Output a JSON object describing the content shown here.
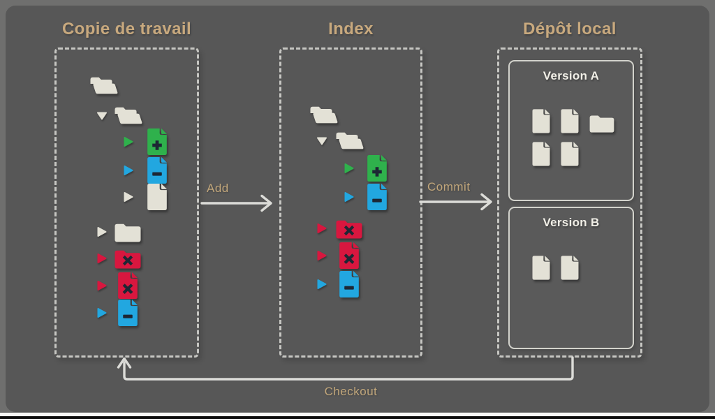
{
  "diagram": {
    "columns": [
      {
        "id": "working-copy",
        "title": "Copie de travail",
        "items": [
          {
            "type": "folder-open",
            "indent": 0,
            "marker": null
          },
          {
            "type": "folder-open",
            "indent": 1,
            "marker": "down-cream"
          },
          {
            "type": "file-plus",
            "indent": 2,
            "marker": "right-green"
          },
          {
            "type": "file-minus",
            "indent": 2,
            "marker": "right-blue"
          },
          {
            "type": "file-plain",
            "indent": 2,
            "marker": "right-cream"
          },
          {
            "type": "folder-closed",
            "indent": 1,
            "marker": "right-cream"
          },
          {
            "type": "folder-x",
            "indent": 1,
            "marker": "right-red"
          },
          {
            "type": "file-x",
            "indent": 1,
            "marker": "right-red"
          },
          {
            "type": "file-minus",
            "indent": 1,
            "marker": "right-blue"
          }
        ]
      },
      {
        "id": "index",
        "title": "Index",
        "items": [
          {
            "type": "folder-open",
            "indent": 0,
            "marker": null
          },
          {
            "type": "folder-open",
            "indent": 1,
            "marker": "down-cream"
          },
          {
            "type": "file-plus",
            "indent": 2,
            "marker": "right-green"
          },
          {
            "type": "file-minus",
            "indent": 2,
            "marker": "right-blue"
          },
          {
            "type": "folder-x",
            "indent": 1,
            "marker": "right-red"
          },
          {
            "type": "file-x",
            "indent": 1,
            "marker": "right-red"
          },
          {
            "type": "file-minus",
            "indent": 1,
            "marker": "right-blue"
          }
        ]
      },
      {
        "id": "local-repository",
        "title": "Dépôt local",
        "versions": [
          {
            "label": "Version A",
            "icon_rows": [
              [
                "file",
                "file",
                "folder"
              ],
              [
                "file",
                "file"
              ]
            ]
          },
          {
            "label": "Version B",
            "icon_rows": [
              [
                "file",
                "file"
              ]
            ]
          }
        ]
      }
    ],
    "arrows": {
      "add": {
        "label": "Add"
      },
      "commit": {
        "label": "Commit"
      },
      "checkout": {
        "label": "Checkout"
      }
    },
    "colors": {
      "background": "#6f6f6e",
      "card": "#575757",
      "accent_tan": "#c8a97e",
      "dashed_border": "#c6c6c2",
      "arrow": "#dcdcd8",
      "cream": "#e3e1d6",
      "green": "#2fb14c",
      "blue": "#22a7e0",
      "red": "#d8173f",
      "symbol": "#1d2734",
      "version_label": "#f1efe7"
    }
  }
}
